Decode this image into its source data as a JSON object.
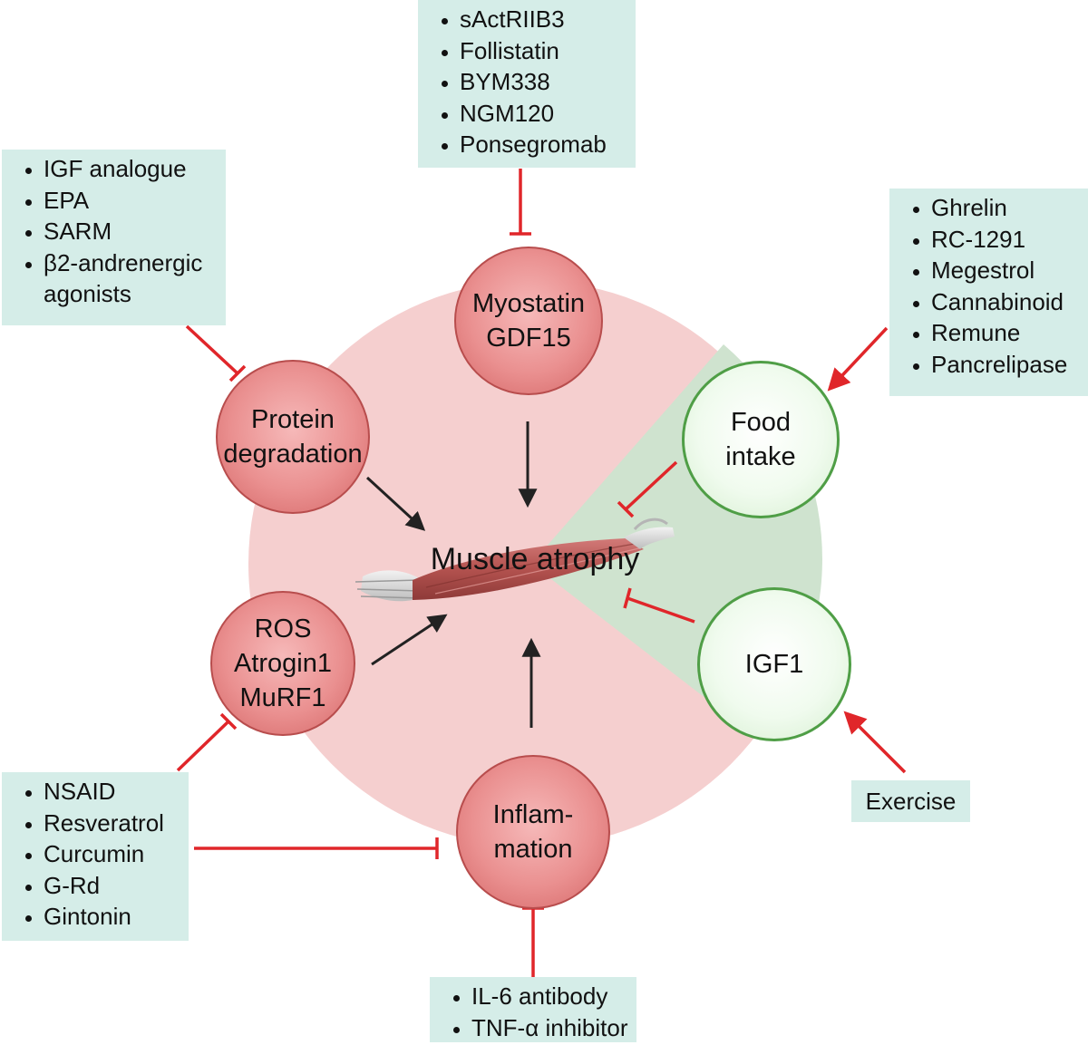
{
  "colors": {
    "background": "#ffffff",
    "disk": "#f5cfcf",
    "green_sector": "#cfe3cf",
    "box": "#d5ede8",
    "inhibit": "#e0262a",
    "arrow": "#222222",
    "red_node_border": "#b84d4d",
    "green_node_border": "#4f9e46"
  },
  "center": {
    "label": "Muscle atrophy"
  },
  "nodes": {
    "myostatin": {
      "label": "Myostatin\nGDF15",
      "kind": "red"
    },
    "protein": {
      "label": "Protein\ndegradation",
      "kind": "red"
    },
    "ros": {
      "label": "ROS\nAtrogin1\nMuRF1",
      "kind": "red"
    },
    "inflammation": {
      "label": "Inflam-\nmation",
      "kind": "red"
    },
    "food": {
      "label": "Food\nintake",
      "kind": "green"
    },
    "igf1": {
      "label": "IGF1",
      "kind": "green"
    }
  },
  "boxes": {
    "myostatin_drugs": [
      "sActRIIB3",
      "Follistatin",
      "BYM338",
      "NGM120",
      "Ponsegromab"
    ],
    "protein_drugs": [
      "IGF analogue",
      "EPA",
      "SARM",
      "β2-andrenergic agonists"
    ],
    "food_drugs": [
      "Ghrelin",
      "RC-1291",
      "Megestrol",
      "Cannabinoid",
      "Remune",
      "Pancrelipase"
    ],
    "ros_drugs": [
      "NSAID",
      "Resveratrol",
      "Curcumin",
      "G-Rd",
      "Gintonin"
    ],
    "inflammation_drugs": [
      "IL-6 antibody",
      "TNF-α inhibitor"
    ],
    "exercise": "Exercise"
  },
  "icons": {
    "muscle": "muscle-illustration"
  }
}
